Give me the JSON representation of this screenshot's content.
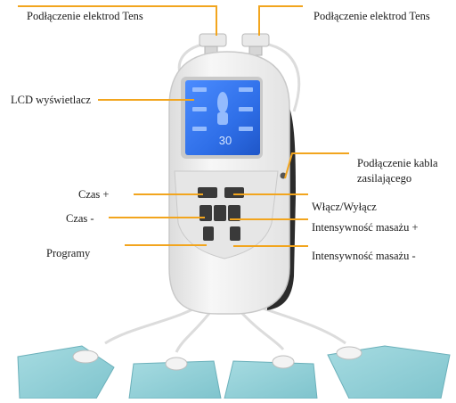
{
  "callouts": {
    "electrode_left": "Podłączenie elektrod Tens",
    "electrode_right": "Podłączenie elektrod Tens",
    "lcd": "LCD wyświetlacz",
    "power_line1": "Podłączenie kabla",
    "power_line2": "zasilającego",
    "time_plus": "Czas +",
    "time_minus": "Czas -",
    "on_off": "Włącz/Wyłącz",
    "programs": "Programy",
    "intensity_plus": "Intensywność masażu +",
    "intensity_minus": "Intensywność masażu -"
  },
  "screen": {
    "readout": "30"
  },
  "colors": {
    "callout_line": "#f2a51e",
    "lcd_blue": "#3a7bf0",
    "pad_blue": "#8fd0d8",
    "device_white": "#f1f1f1",
    "device_side": "#2b2b2b"
  }
}
